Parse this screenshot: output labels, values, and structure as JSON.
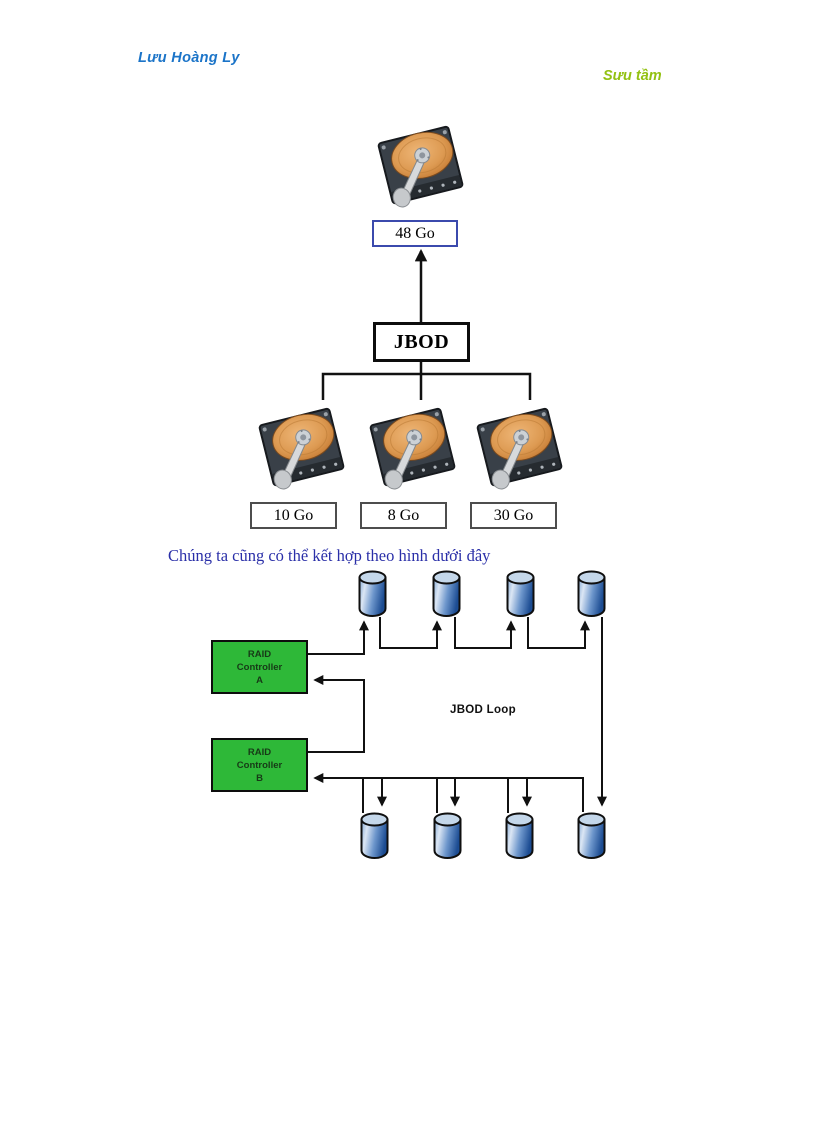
{
  "header": {
    "author": "Lưu Hoàng Ly",
    "source_note": "Sưu tầm"
  },
  "caption": "Chúng ta cũng có thể kết hợp theo hình dưới đây",
  "diagram1": {
    "combined_capacity": "48 Go",
    "node_label": "JBOD",
    "disk_capacities": [
      "10 Go",
      "8 Go",
      "30 Go"
    ]
  },
  "diagram2": {
    "loop_label": "JBOD Loop",
    "controllers": [
      {
        "lines": [
          "RAID",
          "Controller",
          "A"
        ]
      },
      {
        "lines": [
          "RAID",
          "Controller",
          "B"
        ]
      }
    ]
  },
  "colors": {
    "author_blue": "#1b74c8",
    "source_green": "#93c112",
    "caption_blue": "#2a2fa8",
    "capacity_box_border_blue": "#3b4aad",
    "disk_label_border_gray": "#4d4d4d",
    "controller_green": "#2eb838",
    "connector_black": "#111111",
    "platter_orange": "#dd9a52",
    "cylinder_blue": "#1c4c92"
  }
}
